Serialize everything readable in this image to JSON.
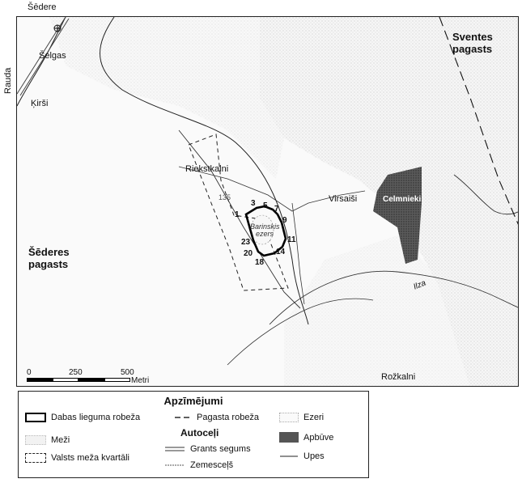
{
  "map": {
    "labels": {
      "sedere": "Šēdere",
      "rauda": "Rauda",
      "selgas": "Šelgas",
      "kirsi": "Ķirši",
      "sventes": "Sventes pagasts",
      "riekstkalni": "Riekstkalni",
      "virsaisi": "Virsaiši",
      "celmnieki": "Celmnieki",
      "sederes": "Šēderes pagasts",
      "ilza": "Ilza",
      "rozkalni": "Rožkalni",
      "lake": "Barinskis ezers",
      "kvartals": "135"
    },
    "boundary_points": [
      "1",
      "3",
      "5",
      "7",
      "9",
      "11",
      "14",
      "18",
      "20",
      "23"
    ],
    "scale": {
      "ticks": [
        "0",
        "250",
        "500"
      ],
      "unit": "Metri"
    }
  },
  "legend": {
    "title": "Apzīmējumi",
    "autoceli_title": "Autoceļi",
    "items": {
      "dabas_robeza": "Dabas lieguma robeža",
      "pagasta_robeza": "Pagasta robeža",
      "ezeri": "Ezeri",
      "mezi": "Meži",
      "apbuve": "Apbūve",
      "kvartali": "Valsts meža kvartāli",
      "grants": "Grants segums",
      "zemesceljs": "Zemesceļš",
      "upes": "Upes"
    }
  },
  "colors": {
    "ink": "#111111",
    "forest": "#e8e8e8",
    "builtup": "#5a5a5a",
    "lake": "#f4f4f4"
  }
}
